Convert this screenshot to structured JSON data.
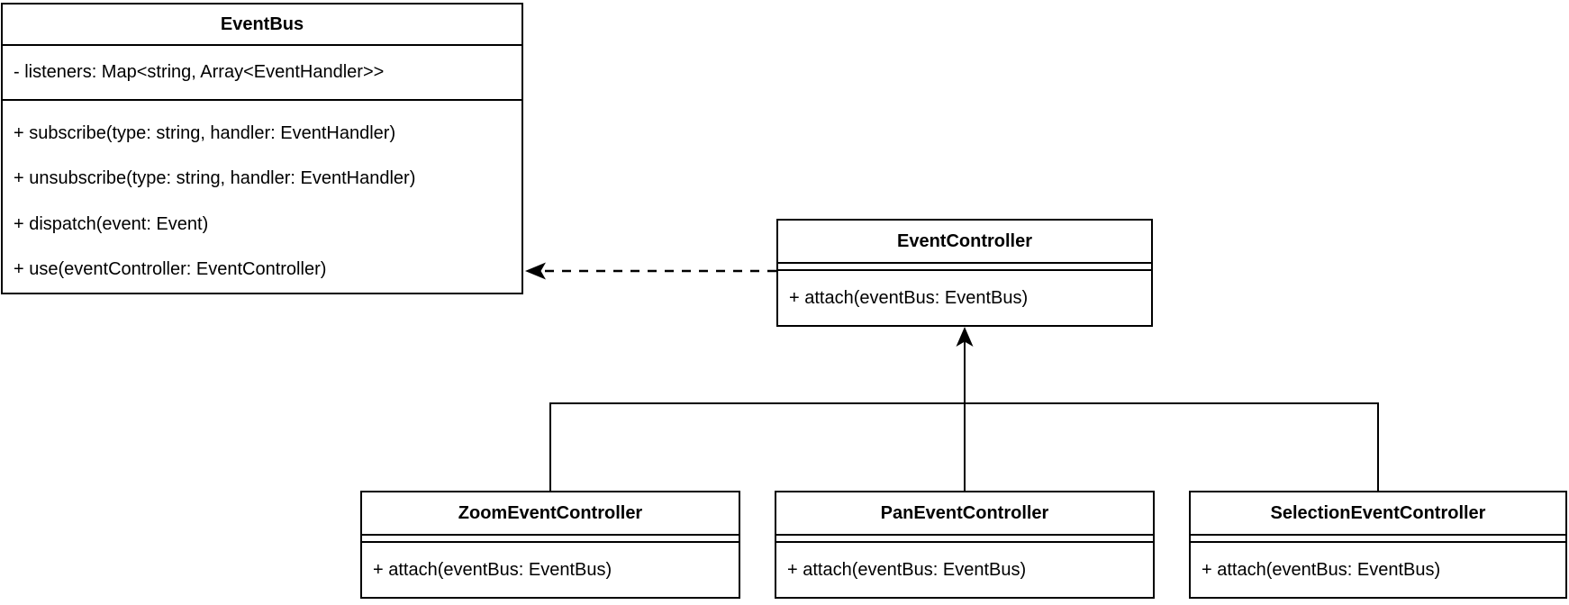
{
  "diagram": {
    "type": "uml-class-diagram",
    "colors": {
      "background": "#ffffff",
      "line": "#000000",
      "text": "#000000",
      "box_fill": "#ffffff"
    },
    "classes": [
      {
        "name": "EventBus",
        "attributes": [
          "- listeners: Map<string, Array<EventHandler>>"
        ],
        "methods": [
          "+ subscribe(type: string, handler: EventHandler)",
          "+ unsubscribe(type: string, handler: EventHandler)",
          "+ dispatch(event: Event)",
          "+ use(eventController: EventController)"
        ]
      },
      {
        "name": "EventController",
        "attributes": [],
        "methods": [
          "+ attach(eventBus: EventBus)"
        ]
      },
      {
        "name": "ZoomEventController",
        "attributes": [],
        "methods": [
          "+ attach(eventBus: EventBus)"
        ]
      },
      {
        "name": "PanEventController",
        "attributes": [],
        "methods": [
          "+ attach(eventBus: EventBus)"
        ]
      },
      {
        "name": "SelectionEventController",
        "attributes": [],
        "methods": [
          "+ attach(eventBus: EventBus)"
        ]
      }
    ],
    "relationships": [
      {
        "type": "dependency",
        "from": "EventController",
        "to": "EventBus",
        "line_style": "dashed",
        "arrowhead": "filled-classic"
      },
      {
        "type": "generalization",
        "from": "ZoomEventController",
        "to": "EventController",
        "line_style": "solid",
        "arrowhead": "filled-classic"
      },
      {
        "type": "generalization",
        "from": "PanEventController",
        "to": "EventController",
        "line_style": "solid",
        "arrowhead": "filled-classic"
      },
      {
        "type": "generalization",
        "from": "SelectionEventController",
        "to": "EventController",
        "line_style": "solid",
        "arrowhead": "filled-classic"
      }
    ]
  }
}
